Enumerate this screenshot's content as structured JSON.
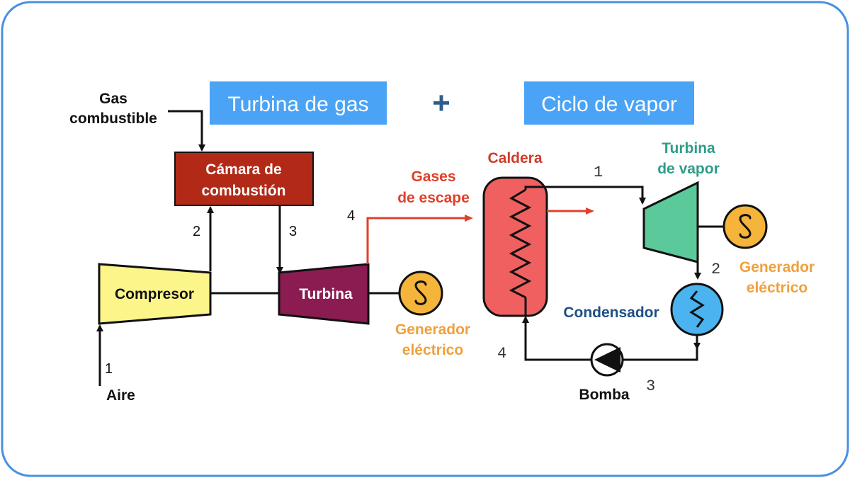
{
  "headers": {
    "gas_turbine": "Turbina de gas",
    "plus": "+",
    "steam_cycle": "Ciclo de vapor"
  },
  "gas_side": {
    "fuel_line1": "Gas",
    "fuel_line2": "combustible",
    "combustion_line1": "Cámara de",
    "combustion_line2": "combustión",
    "compressor": "Compresor",
    "turbine": "Turbina",
    "air": "Aire",
    "exhaust_line1": "Gases",
    "exhaust_line2": "de escape",
    "generator_line1": "Generador",
    "generator_line2": "eléctrico",
    "points": {
      "p1": "1",
      "p2": "2",
      "p3": "3",
      "p4": "4"
    }
  },
  "steam_side": {
    "boiler": "Caldera",
    "steam_turbine_line1": "Turbina",
    "steam_turbine_line2": "de vapor",
    "condenser": "Condensador",
    "pump": "Bomba",
    "generator_line1": "Generador",
    "generator_line2": "eléctrico",
    "points": {
      "p1": "1",
      "p2": "2",
      "p3": "3",
      "p4": "4"
    }
  },
  "colors": {
    "frame": "#4a90e2",
    "header_bg": "#4ba3f5",
    "plus": "#2f5d8a",
    "combustion": "#b22a17",
    "compressor": "#fcf68a",
    "turbine": "#8a1c52",
    "exhaust": "#e0402a",
    "boiler": "#f06060",
    "steam_turbine": "#5cc99a",
    "condenser": "#4bb3f0",
    "generator": "#f5b43a",
    "generator_text": "#f0a03c",
    "boiler_text": "#d13a2a",
    "steam_turbine_text": "#2f9d88",
    "condenser_text": "#1f4f86"
  }
}
